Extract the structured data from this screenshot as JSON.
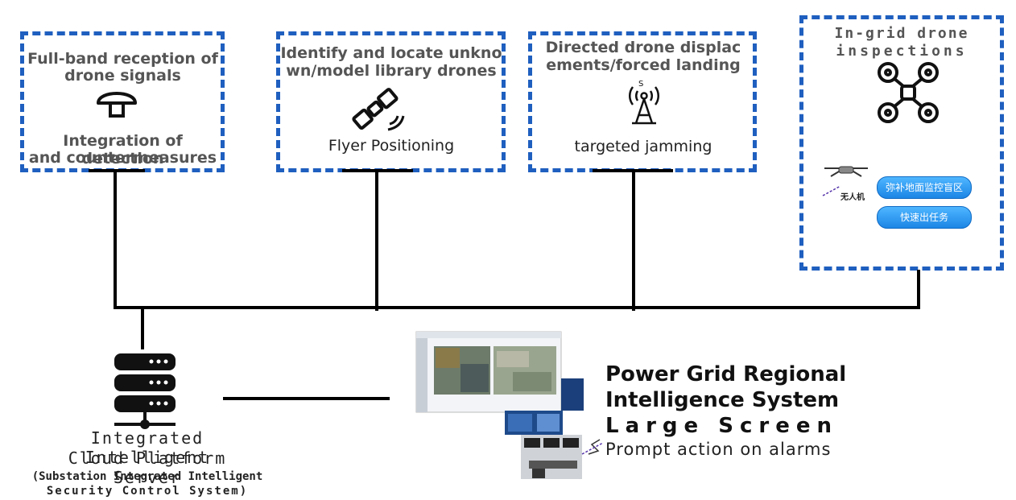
{
  "boxes": {
    "b1": {
      "line1": "Full-band reception of",
      "line2": "drone signals",
      "line3": "Integration of detection",
      "line4": "and countermeasures"
    },
    "b2": {
      "line1": "Identify and locate unkno",
      "line2": "wn/model library drones",
      "line3": "Flyer Positioning"
    },
    "b3": {
      "line1": "Directed drone displac",
      "line2": "ements/forced landing",
      "line3": "targeted jamming"
    },
    "b4": {
      "line1": "In-grid drone",
      "line2": "inspections",
      "drone_label": "无人机",
      "btn1": "弥补地面监控盲区",
      "btn2": "快速出任务"
    }
  },
  "server": {
    "line1": "Integrated Intelligent",
    "line2": "Cloud Platform Server",
    "line3": "(Substation Integrated Intelligent",
    "line4": "Security Control System)"
  },
  "screen": {
    "line1": "Power Grid Regional",
    "line2": "Intelligence System",
    "line3": "Large Screen",
    "line4": "Prompt action on alarms"
  },
  "colors": {
    "dash": "#1f5fbf",
    "pill": "#1c86e6"
  }
}
